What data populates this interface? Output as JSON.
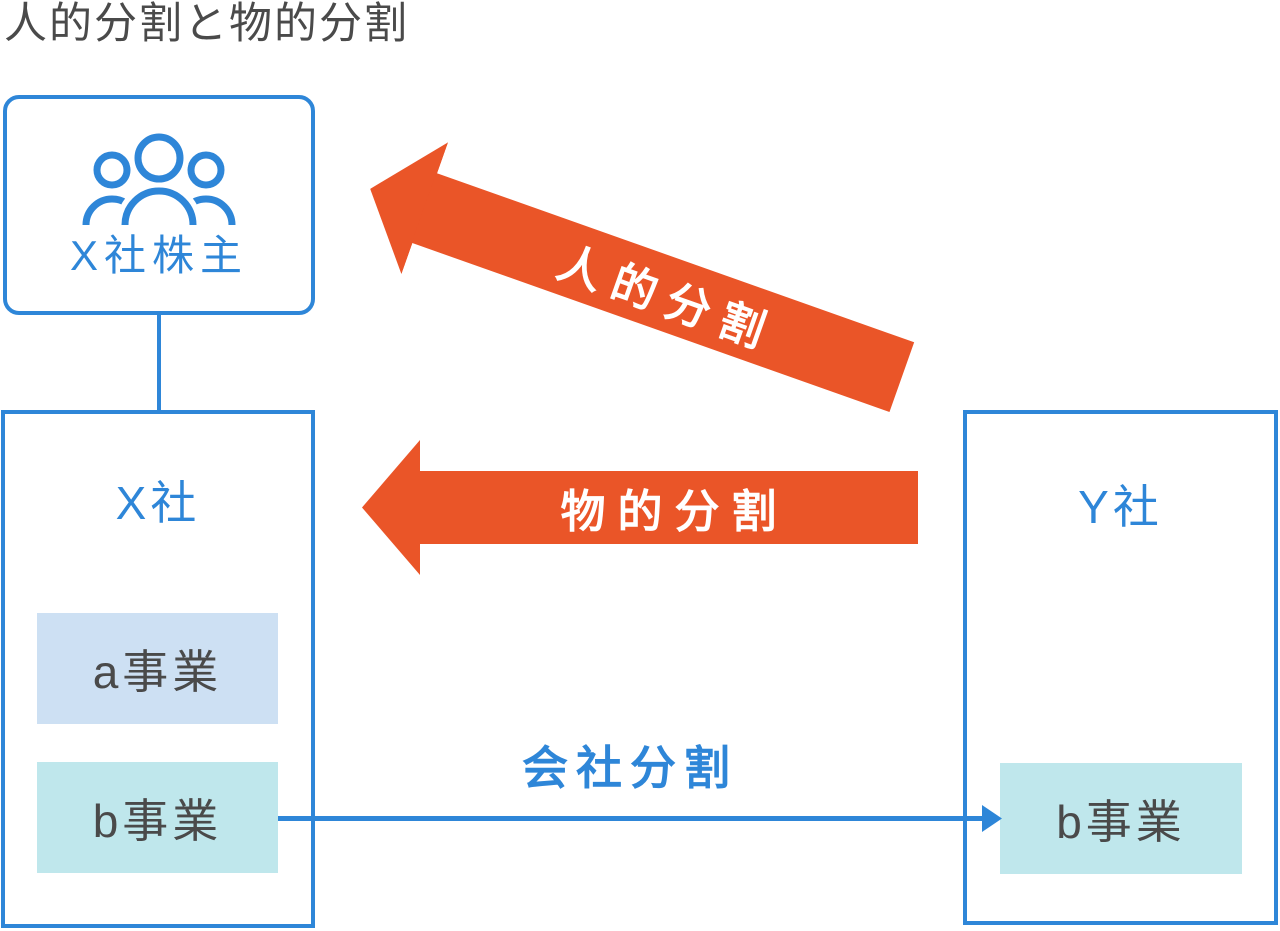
{
  "title": "人的分割と物的分割",
  "colors": {
    "accent_blue": "#2e86d8",
    "accent_orange": "#ea5528",
    "business_a_bg": "#cde0f3",
    "business_b_bg": "#bfe7ec",
    "dark_text": "#4a4a4a",
    "arrow_text": "#ffffff"
  },
  "diagram": {
    "shareholders": {
      "label": "X社株主",
      "icon": "people-group-icon"
    },
    "company_x": {
      "label": "X社",
      "businesses": [
        {
          "label": "a事業"
        },
        {
          "label": "b事業"
        }
      ]
    },
    "company_y": {
      "label": "Y社",
      "businesses": [
        {
          "label": "b事業"
        }
      ]
    },
    "arrows": [
      {
        "id": "personnel-split",
        "label": "人的分割",
        "direction": "from Y社 to X社株主 (upper-left)",
        "color": "#ea5528"
      },
      {
        "id": "physical-split",
        "label": "物的分割",
        "direction": "from Y社 to X社 (left)",
        "color": "#ea5528"
      },
      {
        "id": "company-split",
        "label": "会社分割",
        "direction": "from b事業(X社) to b事業(Y社) (right)",
        "color": "#2e86d8"
      }
    ]
  }
}
